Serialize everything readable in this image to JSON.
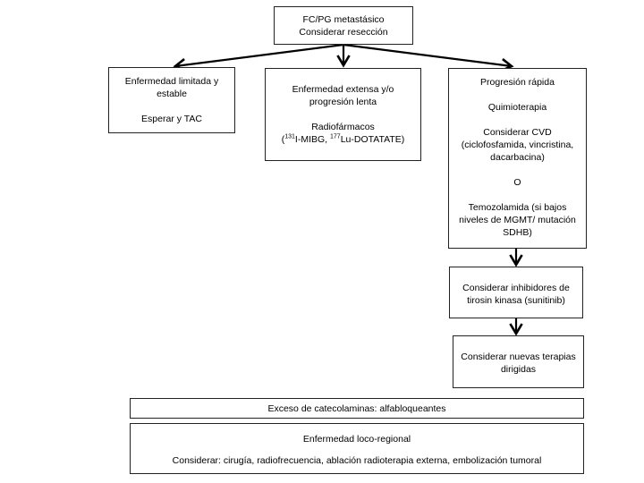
{
  "diagram": {
    "top": {
      "line1": "FC/PG metastásico",
      "line2": "Considerar resección"
    },
    "limited": {
      "title": "Enfermedad limitada y estable",
      "action": "Esperar y TAC"
    },
    "extensive": {
      "title": "Enfermedad extensa y/o progresión lenta",
      "action": "Radiofármacos",
      "paren_open": "(",
      "iso1": "131",
      "drug1": "I-MIBG, ",
      "iso2": "177",
      "drug2": "Lu-DOTATATE)"
    },
    "rapid": {
      "title": "Progresión rápida",
      "line1": "Quimioterapia",
      "line2": "Considerar CVD (ciclofosfamida, vincristina, dacarbacina)",
      "line3": "O",
      "line4": "Temozolamida (si bajos niveles de MGMT/ mutación SDHB)"
    },
    "tki": {
      "text": "Considerar inhibidores de tirosin kinasa (sunitinib)"
    },
    "targeted": {
      "text": "Considerar nuevas terapias dirigidas"
    },
    "catechol": {
      "text": "Exceso de catecolaminas: alfabloqueantes"
    },
    "locoregional": {
      "title": "Enfermedad loco-regional",
      "text": "Considerar: cirugía, radiofrecuencia, ablación radioterapia externa, embolización tumoral"
    }
  }
}
